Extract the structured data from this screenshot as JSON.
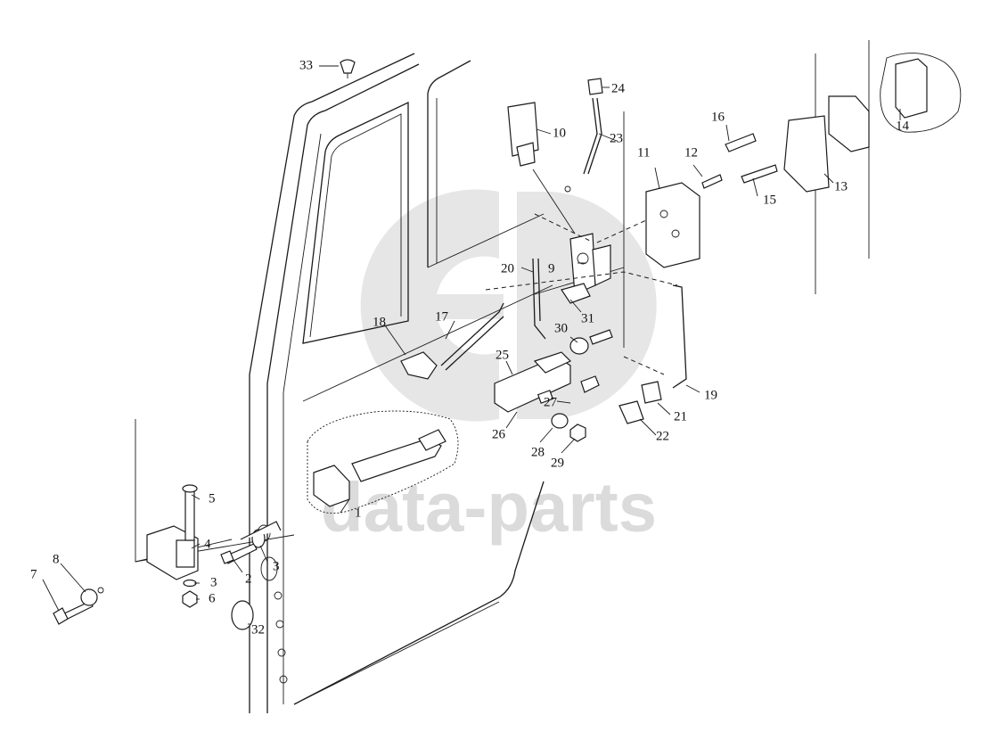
{
  "watermark": {
    "text": "data-parts",
    "color": "#c9c9c9"
  },
  "parts": [
    {
      "num": "1"
    },
    {
      "num": "2"
    },
    {
      "num": "3"
    },
    {
      "num": "3"
    },
    {
      "num": "4"
    },
    {
      "num": "5"
    },
    {
      "num": "6"
    },
    {
      "num": "7"
    },
    {
      "num": "8"
    },
    {
      "num": "9"
    },
    {
      "num": "10"
    },
    {
      "num": "11"
    },
    {
      "num": "12"
    },
    {
      "num": "13"
    },
    {
      "num": "14"
    },
    {
      "num": "15"
    },
    {
      "num": "16"
    },
    {
      "num": "17"
    },
    {
      "num": "18"
    },
    {
      "num": "19"
    },
    {
      "num": "20"
    },
    {
      "num": "21"
    },
    {
      "num": "22"
    },
    {
      "num": "23"
    },
    {
      "num": "24"
    },
    {
      "num": "25"
    },
    {
      "num": "26"
    },
    {
      "num": "27"
    },
    {
      "num": "28"
    },
    {
      "num": "29"
    },
    {
      "num": "30"
    },
    {
      "num": "31"
    },
    {
      "num": "32"
    },
    {
      "num": "33"
    }
  ]
}
